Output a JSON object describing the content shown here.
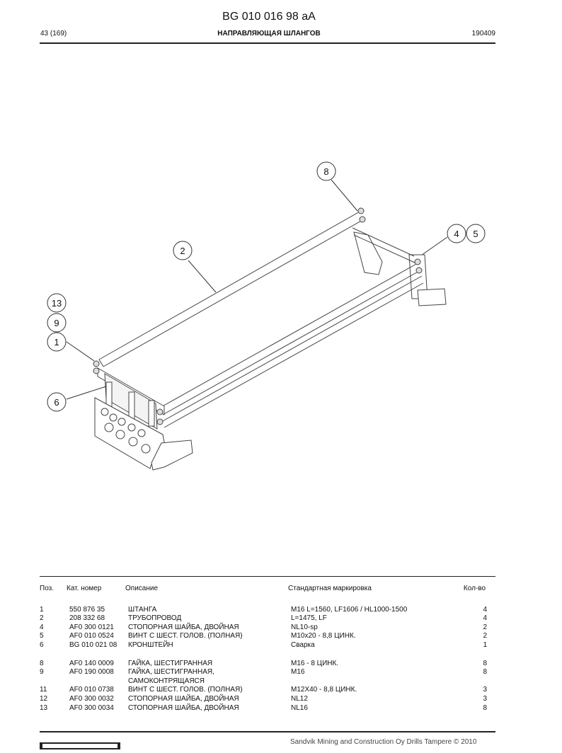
{
  "header": {
    "doc_number": "BG 010 016 98 aA",
    "page": "43 (169)",
    "title": "НАПРАВЛЯЮЩАЯ ШЛАНГОВ",
    "date": "190409"
  },
  "callouts": [
    "8",
    "4",
    "5",
    "2",
    "13",
    "9",
    "1",
    "6"
  ],
  "table": {
    "headers": {
      "pos": "Поз.",
      "cat": "Кат. номер",
      "desc": "Описание",
      "std": "Стандартная маркировка",
      "qty": "Кол-во"
    },
    "rows": [
      {
        "pos": "1",
        "cat": "550 876 35",
        "desc": "ШТАНГА",
        "std": "M16 L=1560, LF1606 / HL1000-1500",
        "qty": "4"
      },
      {
        "pos": "2",
        "cat": "208 332 68",
        "desc": "ТРУБОПРОВОД",
        "std": "L=1475, LF",
        "qty": "4"
      },
      {
        "pos": "4",
        "cat": "AF0 300 0121",
        "desc": "СТОПОРНАЯ ШАЙБА, ДВОЙНАЯ",
        "std": "NL10-sp",
        "qty": "2"
      },
      {
        "pos": "5",
        "cat": "AF0 010 0524",
        "desc": "ВИНТ С ШЕСТ. ГОЛОВ. (ПОЛНАЯ)",
        "std": "M10x20 - 8,8 ЦИНК.",
        "qty": "2"
      },
      {
        "pos": "6",
        "cat": "BG 010 021 08",
        "desc": "КРОНШТЕЙН",
        "std": "Сварка",
        "qty": "1"
      },
      {
        "pos": "8",
        "cat": "AF0 140 0009",
        "desc": "ГАЙКА, ШЕСТИГРАННАЯ",
        "std": "M16 - 8 ЦИНК.",
        "qty": "8"
      },
      {
        "pos": "9",
        "cat": "AF0 190 0008",
        "desc": "ГАЙКА, ШЕСТИГРАННАЯ,",
        "std": "M16",
        "qty": "8"
      },
      {
        "pos": "",
        "cat": "",
        "desc": "САМОКОНТРЯЩАЯСЯ",
        "std": "",
        "qty": ""
      },
      {
        "pos": "11",
        "cat": "AF0 010 0738",
        "desc": "ВИНТ С ШЕСТ. ГОЛОВ. (ПОЛНАЯ)",
        "std": "M12X40 - 8,8 ЦИНК.",
        "qty": "3"
      },
      {
        "pos": "12",
        "cat": "AF0 300 0032",
        "desc": "СТОПОРНАЯ ШАЙБА, ДВОЙНАЯ",
        "std": "NL12",
        "qty": "3"
      },
      {
        "pos": "13",
        "cat": "AF0 300 0034",
        "desc": "СТОПОРНАЯ ШАЙБА, ДВОЙНАЯ",
        "std": "NL16",
        "qty": "8"
      }
    ]
  },
  "footer": {
    "text": "Sandvik Mining and Construction Oy Drills Tampere © 2010"
  }
}
